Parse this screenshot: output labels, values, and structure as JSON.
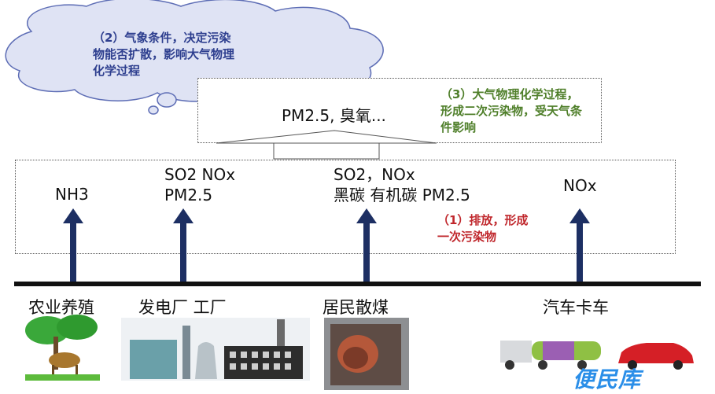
{
  "cloud_note": {
    "line1": "（2）气象条件，决定污染",
    "line2": "物能否扩散，影响大气物理",
    "line3": "化学过程"
  },
  "secondary_box": {
    "label": "PM2.5, 臭氧..."
  },
  "green_note": {
    "line1": "（3）大气物理化学过程，",
    "line2": "形成二次污染物，受天气条",
    "line3": "件影响"
  },
  "pollutants": {
    "agri": "NH3",
    "power_line1": "SO2 NOx",
    "power_line2": "PM2.5",
    "coal_line1": "SO2，NOx",
    "coal_line2": "黑碳 有机碳 PM2.5",
    "vehicle": "NOx"
  },
  "red_note": {
    "line1": "（1）排放，形成",
    "line2": "一次污染物"
  },
  "sources": {
    "agri": "农业养殖",
    "power": "发电厂 工厂",
    "coal": "居民散煤",
    "vehicle": "汽车卡车"
  },
  "watermark": "便民库",
  "colors": {
    "arrow": "#1d2f63",
    "cloud_fill": "#dfe3f4",
    "cloud_stroke": "#5d6db5",
    "ground_line": "#111111"
  }
}
